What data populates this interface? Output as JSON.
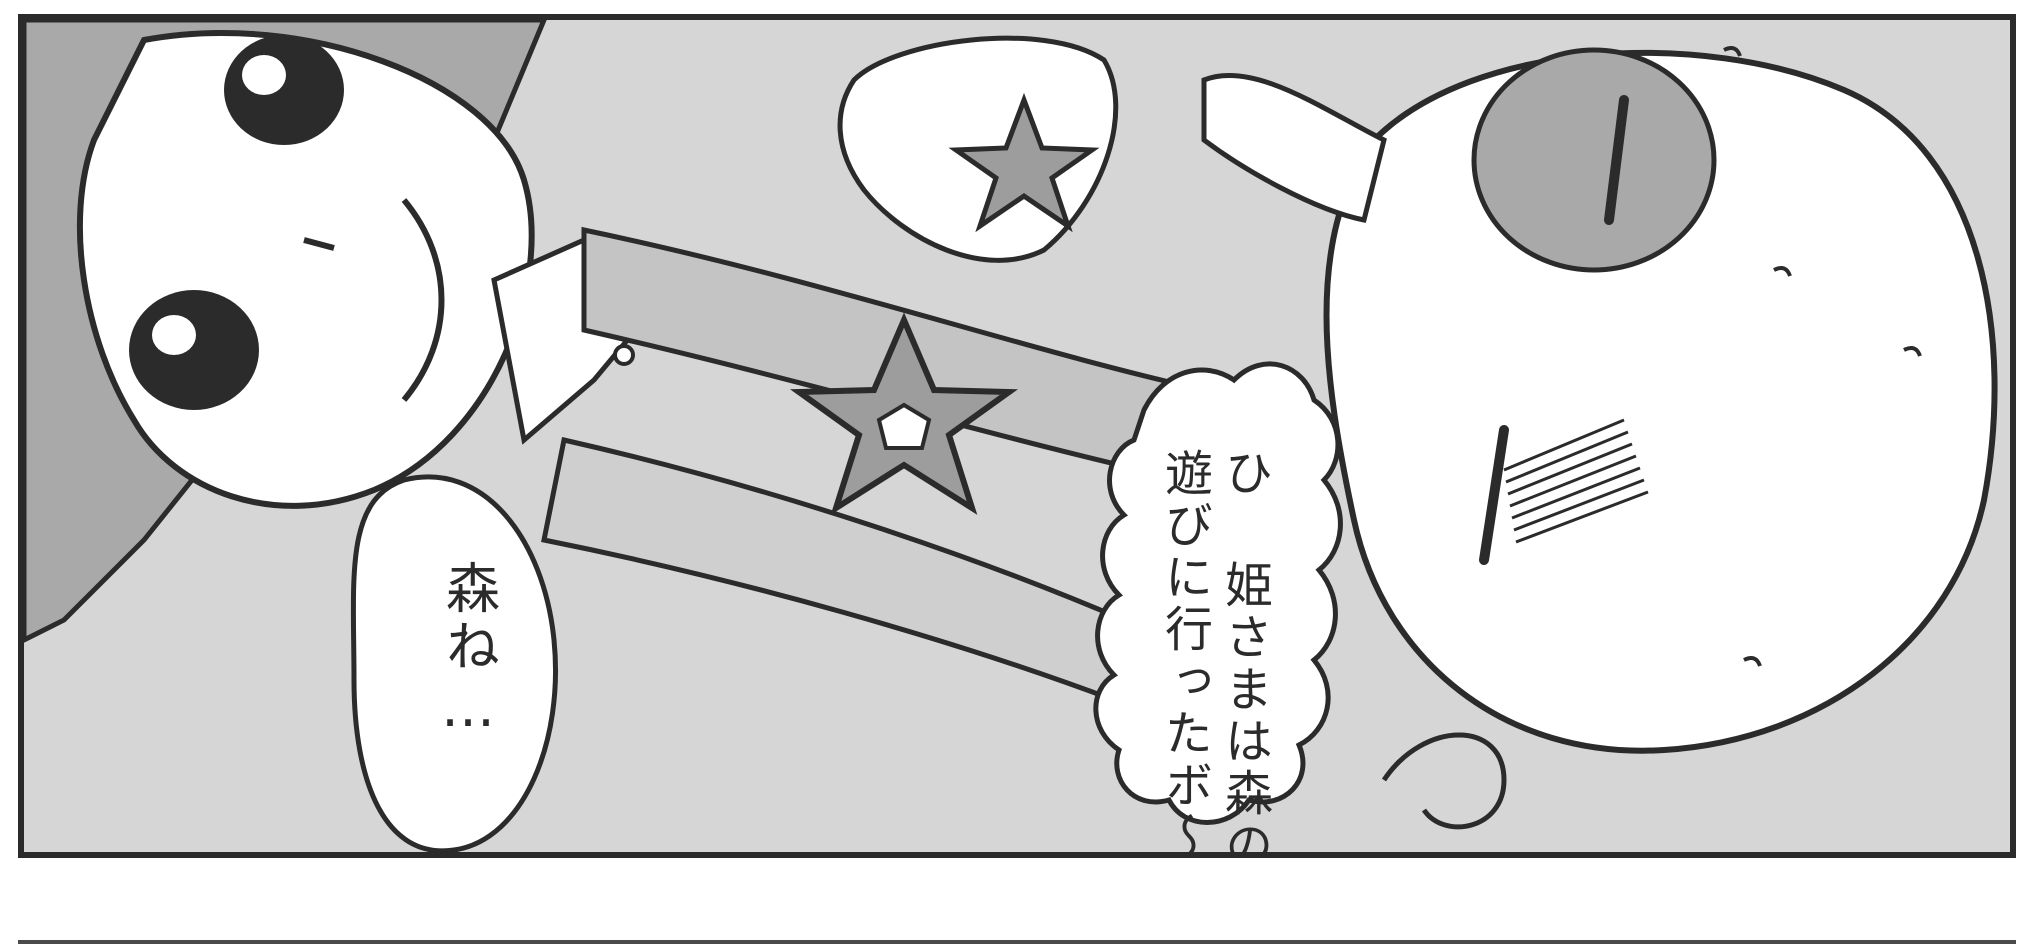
{
  "panel": {
    "speech_left": {
      "text": "森ね…"
    },
    "speech_right": {
      "line1": "ひ 姫さまは森の方に",
      "line2": "遊びに行ったボ～"
    }
  },
  "colors": {
    "ink": "#2b2b2b",
    "screentone_light": "#dcdcdc",
    "screentone_mid": "#bdbdbd",
    "screentone_dark": "#9a9a9a",
    "paper": "#ffffff"
  }
}
